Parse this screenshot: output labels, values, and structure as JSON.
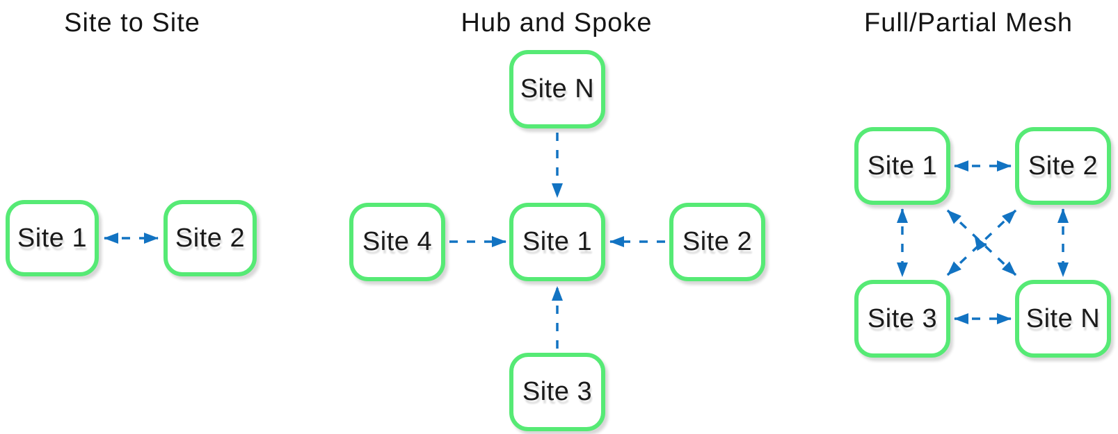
{
  "colors": {
    "background": "#ffffff",
    "node_border_green": "#56EA75",
    "node_fill": "#ffffff",
    "arrow_blue": "#1273C2",
    "text": "#1a1a1a"
  },
  "diagrams": [
    {
      "id": "site-to-site",
      "title": "Site to Site",
      "nodes": [
        {
          "label": "Site 1"
        },
        {
          "label": "Site 2"
        }
      ],
      "connections": [
        {
          "from": "Site 1",
          "to": "Site 2",
          "style": "dashed",
          "direction": "bidirectional"
        }
      ]
    },
    {
      "id": "hub-and-spoke",
      "title": "Hub and Spoke",
      "nodes": [
        {
          "label": "Site N",
          "role": "spoke"
        },
        {
          "label": "Site 4",
          "role": "spoke"
        },
        {
          "label": "Site 1",
          "role": "hub"
        },
        {
          "label": "Site 2",
          "role": "spoke"
        },
        {
          "label": "Site 3",
          "role": "spoke"
        }
      ],
      "connections": [
        {
          "from": "Site N",
          "to": "Site 1",
          "style": "dashed",
          "direction": "one-way"
        },
        {
          "from": "Site 4",
          "to": "Site 1",
          "style": "dashed",
          "direction": "one-way"
        },
        {
          "from": "Site 2",
          "to": "Site 1",
          "style": "dashed",
          "direction": "one-way"
        },
        {
          "from": "Site 3",
          "to": "Site 1",
          "style": "dashed",
          "direction": "one-way"
        }
      ]
    },
    {
      "id": "full-partial-mesh",
      "title": "Full/Partial Mesh",
      "nodes": [
        {
          "label": "Site 1"
        },
        {
          "label": "Site 2"
        },
        {
          "label": "Site 3"
        },
        {
          "label": "Site N"
        }
      ],
      "connections": [
        {
          "from": "Site 1",
          "to": "Site 2",
          "style": "dashed",
          "direction": "bidirectional"
        },
        {
          "from": "Site 1",
          "to": "Site 3",
          "style": "dashed",
          "direction": "bidirectional"
        },
        {
          "from": "Site 2",
          "to": "Site N",
          "style": "dashed",
          "direction": "bidirectional"
        },
        {
          "from": "Site 3",
          "to": "Site N",
          "style": "dashed",
          "direction": "bidirectional"
        },
        {
          "from": "Site 1",
          "to": "Site N",
          "style": "dashed",
          "direction": "bidirectional",
          "note": "diagonal with line-jump at crossing"
        },
        {
          "from": "Site 3",
          "to": "Site 2",
          "style": "dashed",
          "direction": "bidirectional",
          "note": "diagonal"
        }
      ]
    }
  ]
}
